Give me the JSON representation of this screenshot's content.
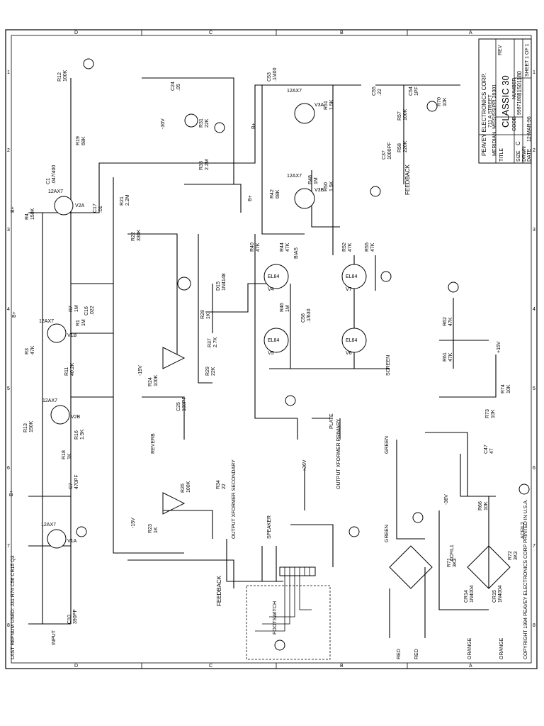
{
  "title_block": {
    "company": "PEAVEY ELECTRONICS CORP.",
    "address_1": "711 A STREET",
    "address_2": "MERIDIAN, MISSISSIPPI 39301",
    "title_label": "TITLE",
    "title": "CLASSIC 30",
    "rev_label": "REV",
    "size_label": "SIZE",
    "size": "C",
    "code_label": "CODE",
    "code": "9987180",
    "number_label": "NUMBER",
    "number": "81501180",
    "sheet": "SHEET 1 OF 1",
    "drawn_label": "DRWN",
    "date_label": "DATE",
    "date": "12-MAR-96"
  },
  "copyright": "COPYRIGHT 1994 PEAVEY ELECTRONICS CORP PRINTED IN U.S.A.",
  "last_ref_used": "LAST REFNUM USED: J31 R74 C56 CR15 Q3",
  "border": {
    "col_labels": [
      "D",
      "C",
      "B",
      "A"
    ],
    "row_labels": [
      "1",
      "2",
      "3",
      "4",
      "5",
      "6",
      "7",
      "8"
    ]
  },
  "tubes": [
    {
      "ref": "V1A",
      "type": "12AX7"
    },
    {
      "ref": "V1B",
      "type": "12AX7"
    },
    {
      "ref": "V2A",
      "type": "12AX7"
    },
    {
      "ref": "V2B",
      "type": "12AX7"
    },
    {
      "ref": "V3A",
      "type": "12AX7"
    },
    {
      "ref": "V3B",
      "type": "12AX7"
    },
    {
      "ref": "V4",
      "type": "EL84"
    },
    {
      "ref": "V5",
      "type": "EL84"
    },
    {
      "ref": "V6",
      "type": "EL84"
    },
    {
      "ref": "V7",
      "type": "EL84"
    }
  ],
  "labels": {
    "feedback_1": "FEEDBACK",
    "feedback_2": "FEEDBACK",
    "output_xformer_primary": "OUTPUT XFORMER PRIMARY",
    "output_xformer_secondary": "OUTPUT XFORMER SECONDARY",
    "speaker": "SPEAKER",
    "footswitch": "FOOTSWITCH",
    "reverb": "REVERB",
    "screen": "SCREEN",
    "plate": "PLATE",
    "bias": "BIAS",
    "input": "INPUT",
    "red_1": "RED",
    "red_2": "RED",
    "orange_1": "ORANGE",
    "orange_2": "ORANGE",
    "bplus_1": "B+",
    "bplus_2": "B+",
    "bplus_3": "B+",
    "bplus_4": "B+",
    "bplus_5": "B+",
    "neg15_1": "-15V",
    "neg15_2": "-15V",
    "pos15": "+15V",
    "neg30": "-30V",
    "neg36": "-36V",
    "pos36": "+36V",
    "acfil_1": "ACFIL1",
    "acfil_2": "ACFIL2",
    "green_1": "GREEN",
    "green_2": "GREEN"
  },
  "components": [
    {
      "ref": "R1",
      "value": "1M"
    },
    {
      "ref": "R3",
      "value": "47K"
    },
    {
      "ref": "R4",
      "value": "150K"
    },
    {
      "ref": "R7",
      "value": "1M"
    },
    {
      "ref": "R11",
      "value": "40.2K"
    },
    {
      "ref": "R12",
      "value": "100K"
    },
    {
      "ref": "R13",
      "value": "150K"
    },
    {
      "ref": "R16",
      "value": "1.5K"
    },
    {
      "ref": "R18",
      "value": "1K"
    },
    {
      "ref": "R19",
      "value": "68K"
    },
    {
      "ref": "R21",
      "value": "2.2M"
    },
    {
      "ref": "R22",
      "value": "330K"
    },
    {
      "ref": "R23",
      "value": "1K"
    },
    {
      "ref": "R24",
      "value": "100K"
    },
    {
      "ref": "R26",
      "value": "100K"
    },
    {
      "ref": "R28",
      "value": "1K"
    },
    {
      "ref": "R29",
      "value": "22K"
    },
    {
      "ref": "R31",
      "value": "22K"
    },
    {
      "ref": "R33",
      "value": "2.2M"
    },
    {
      "ref": "R34",
      "value": "22"
    },
    {
      "ref": "R37",
      "value": "2.7K"
    },
    {
      "ref": "R40",
      "value": "47K"
    },
    {
      "ref": "R42",
      "value": "68K"
    },
    {
      "ref": "R44",
      "value": "47K"
    },
    {
      "ref": "R46",
      "value": "1M"
    },
    {
      "ref": "R48",
      "value": "1M"
    },
    {
      "ref": "R50",
      "value": "1.5K"
    },
    {
      "ref": "R51",
      "value": "1.5K"
    },
    {
      "ref": "R52",
      "value": "47K"
    },
    {
      "ref": "R55",
      "value": "47K"
    },
    {
      "ref": "R57",
      "value": "100K"
    },
    {
      "ref": "R58",
      "value": "220K"
    },
    {
      "ref": "R61",
      "value": "47K"
    },
    {
      "ref": "R62",
      "value": "47K"
    },
    {
      "ref": "R66",
      "value": "10K"
    },
    {
      "ref": "R70",
      "value": "10K"
    },
    {
      "ref": "R71",
      "value": "3K3"
    },
    {
      "ref": "R72",
      "value": "3K3"
    },
    {
      "ref": "R73",
      "value": "10K"
    },
    {
      "ref": "R74",
      "value": "10K"
    },
    {
      "ref": "C1",
      "value": ".047/400"
    },
    {
      "ref": "C7",
      "value": "470PF"
    },
    {
      "ref": "C10",
      "value": "390PF"
    },
    {
      "ref": "C16",
      "value": ".022"
    },
    {
      "ref": "C17",
      "value": ".01"
    },
    {
      "ref": "C24",
      "value": ".05"
    },
    {
      "ref": "C25",
      "value": "100PF"
    },
    {
      "ref": "C37",
      "value": "1000PF"
    },
    {
      "ref": "C47",
      "value": "47"
    },
    {
      "ref": "C53",
      "value": ".1/400"
    },
    {
      "ref": "C54",
      "value": "1PF"
    },
    {
      "ref": "C55",
      "value": ".22"
    },
    {
      "ref": "C56",
      "value": ".1/630"
    },
    {
      "ref": "D15",
      "value": "1N4148"
    },
    {
      "ref": "CR14",
      "value": "1N4004"
    },
    {
      "ref": "CR15",
      "value": "1N4004"
    }
  ]
}
